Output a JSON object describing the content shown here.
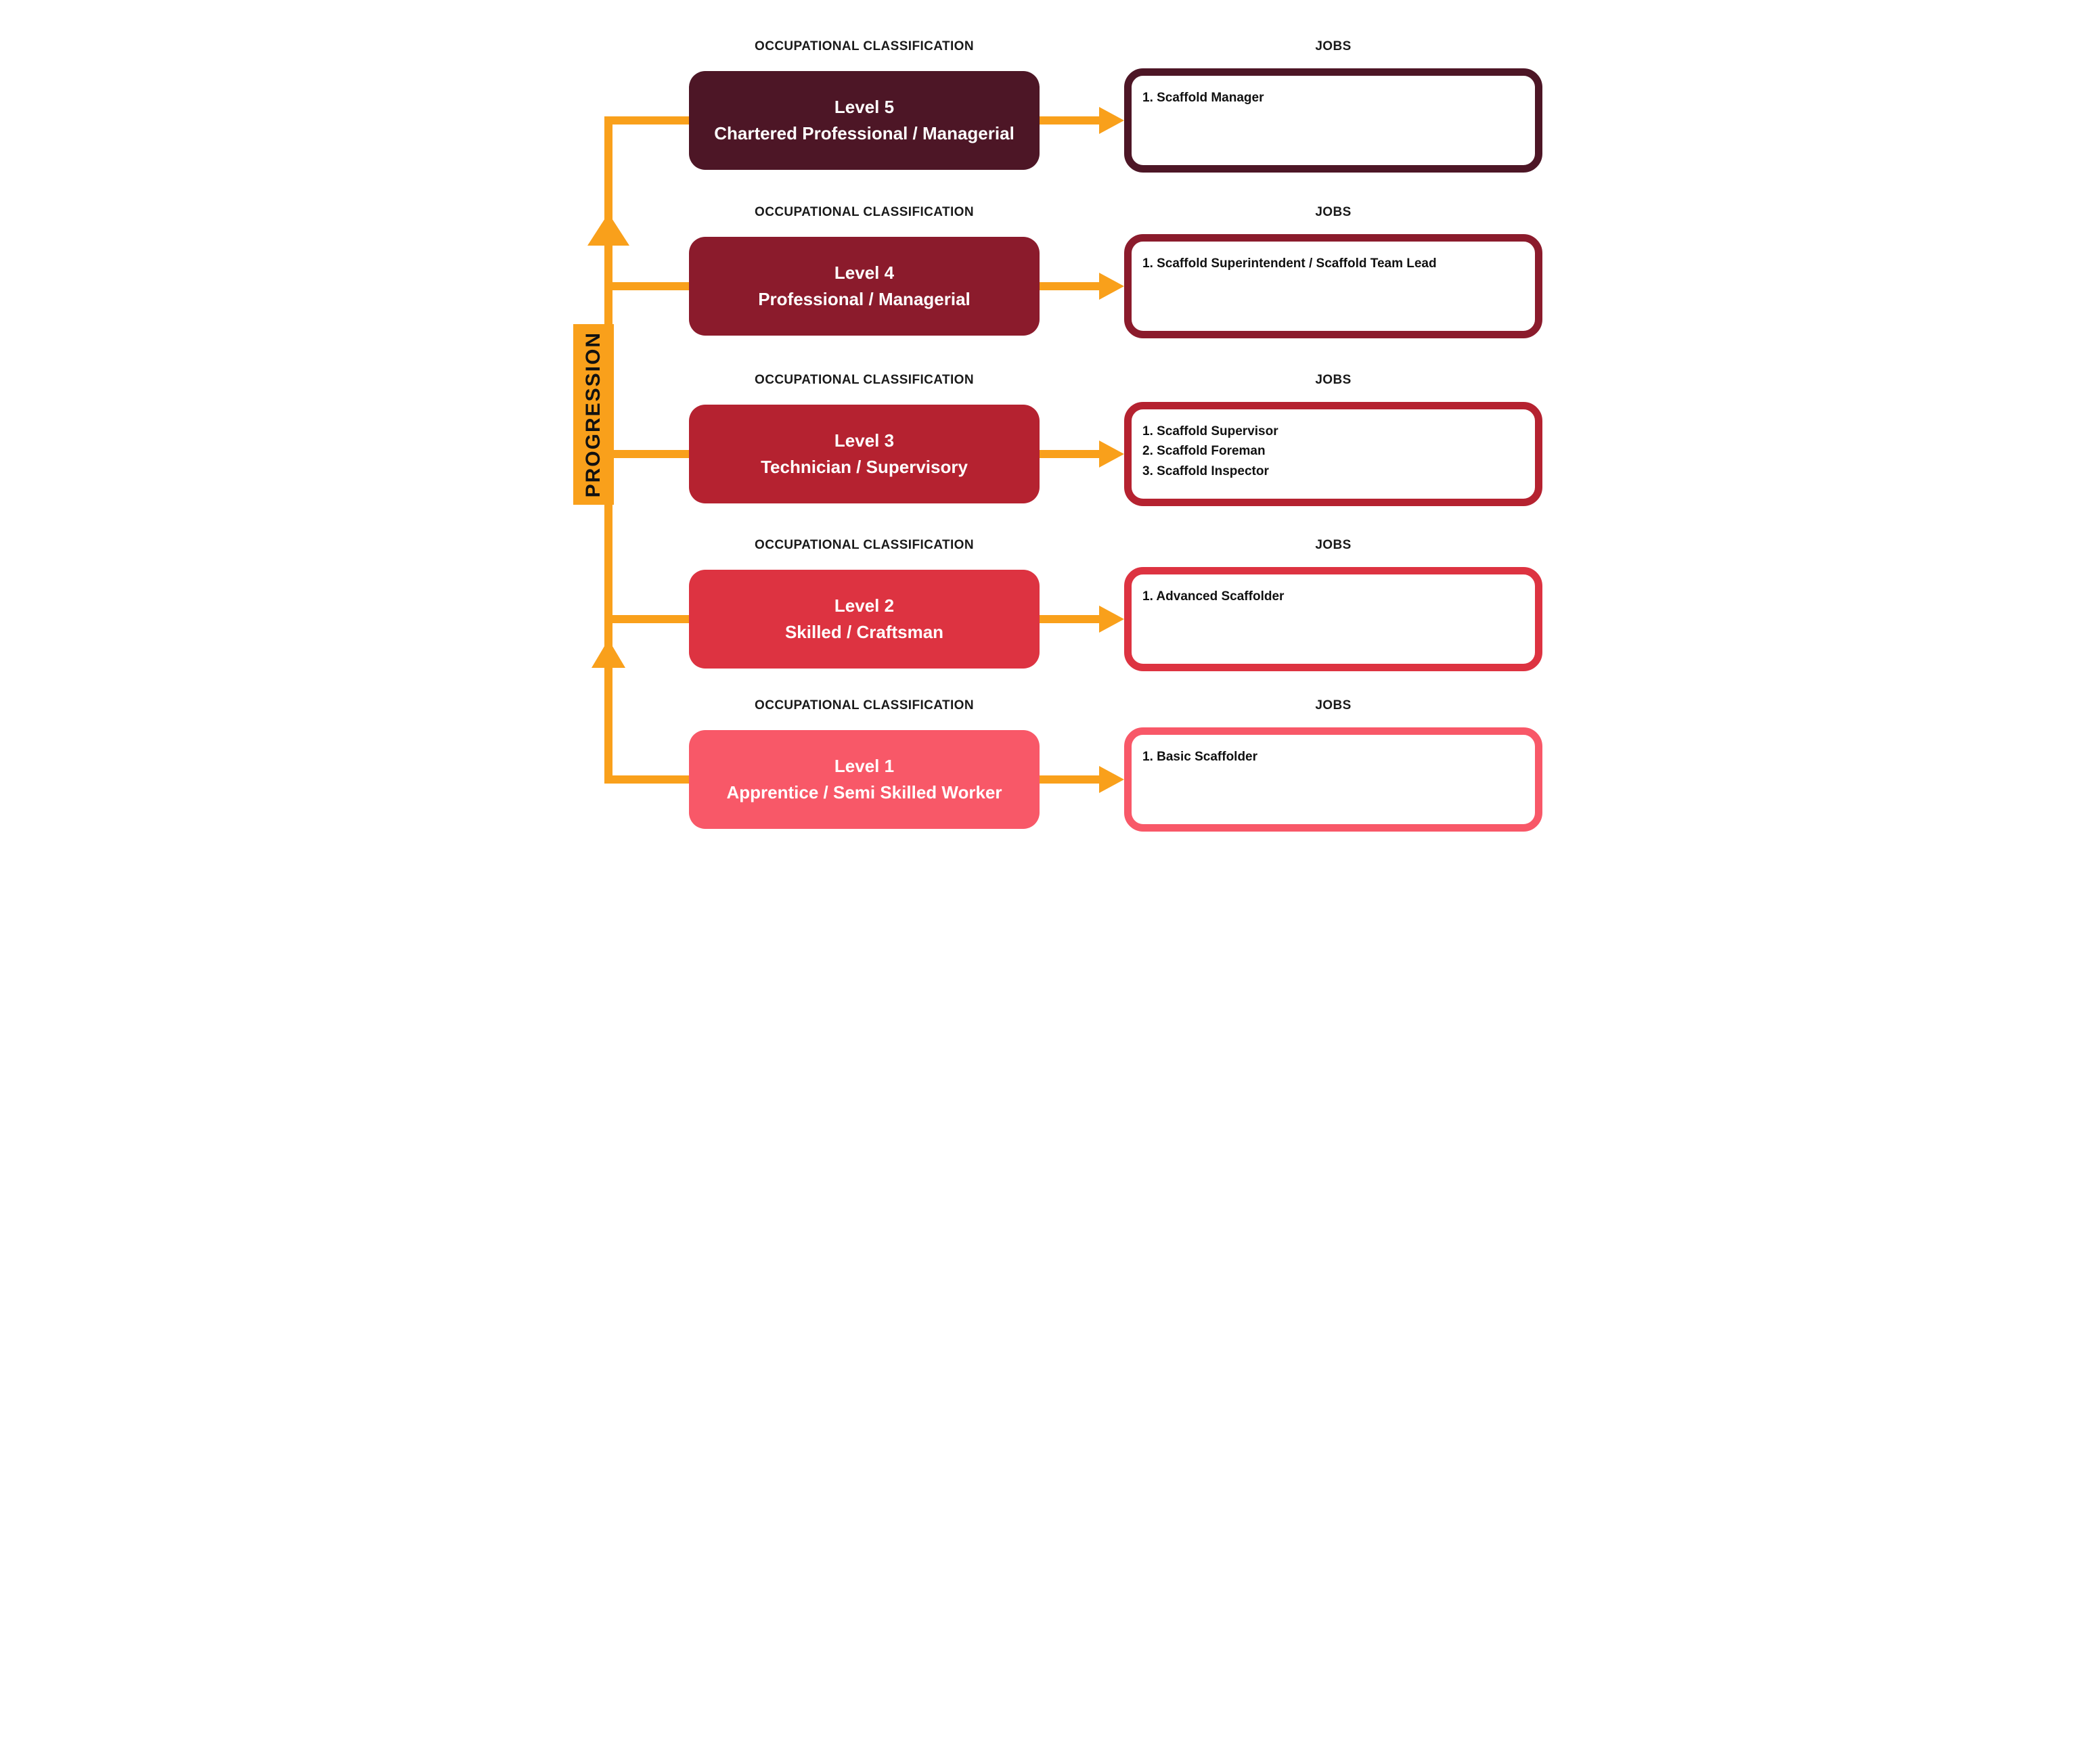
{
  "headers": {
    "classification": "OCCUPATIONAL CLASSIFICATION",
    "jobs": "JOBS"
  },
  "progression": {
    "label": "PROGRESSION"
  },
  "colors": {
    "accent_orange": "#F9A01B",
    "text_dark": "#1A1A1A",
    "text_light": "#FFFFFF",
    "background": "#FFFFFF",
    "level5": "#4D1626",
    "level4": "#8B1B2C",
    "level3": "#B52230",
    "level2": "#DD3341",
    "level1": "#F85868"
  },
  "levels": [
    {
      "title": "Level 5",
      "subtitle": "Chartered Professional / Managerial",
      "color": "#4D1626",
      "jobs": [
        "1. Scaffold Manager"
      ]
    },
    {
      "title": "Level 4",
      "subtitle": "Professional / Managerial",
      "color": "#8B1B2C",
      "jobs": [
        "1. Scaffold Superintendent / Scaffold Team Lead"
      ]
    },
    {
      "title": "Level 3",
      "subtitle": "Technician / Supervisory",
      "color": "#B52230",
      "jobs": [
        "1. Scaffold Supervisor",
        "2. Scaffold Foreman",
        "3. Scaffold Inspector"
      ]
    },
    {
      "title": "Level 2",
      "subtitle": "Skilled / Craftsman",
      "color": "#DD3341",
      "jobs": [
        "1. Advanced Scaffolder"
      ]
    },
    {
      "title": "Level 1",
      "subtitle": "Apprentice / Semi Skilled Worker",
      "color": "#F85868",
      "jobs": [
        "1. Basic Scaffolder"
      ]
    }
  ]
}
